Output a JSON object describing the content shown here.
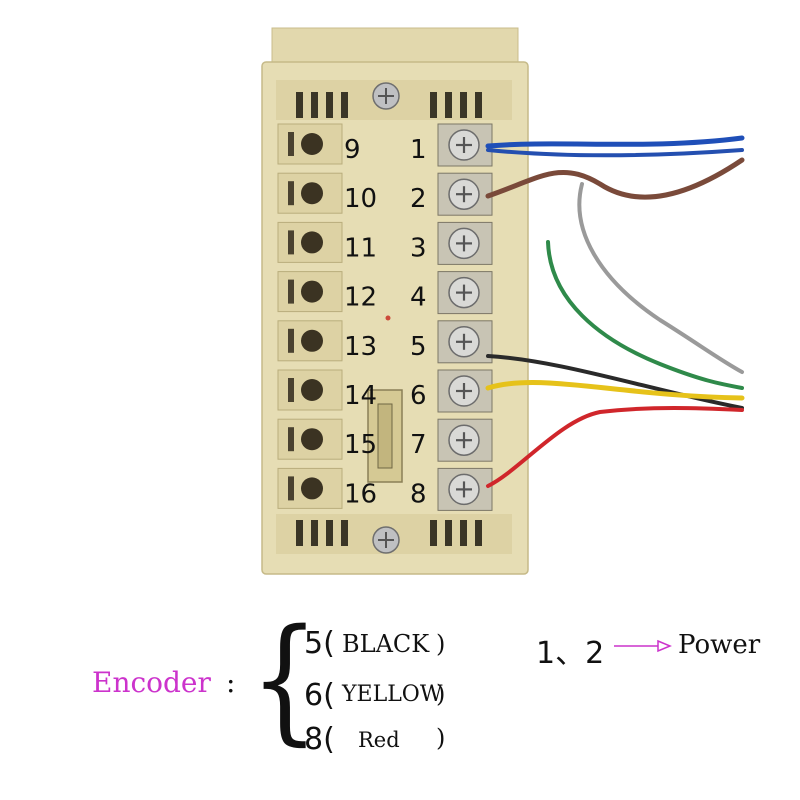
{
  "terminals_left": [
    "9",
    "10",
    "11",
    "12",
    "13",
    "14",
    "15",
    "16"
  ],
  "terminals_right": [
    "1",
    "2",
    "3",
    "4",
    "5",
    "6",
    "7",
    "8"
  ],
  "legend": {
    "encoder_label": "Encoder",
    "colon": ":",
    "pins": [
      {
        "num": "5(",
        "color": "BLACK",
        "close": ")"
      },
      {
        "num": "6(",
        "color": "YELLOW",
        "close": ")"
      },
      {
        "num": "8(",
        "color": "Red",
        "close": ")"
      }
    ],
    "power_nums": "1、2",
    "power_label": "Power"
  },
  "colors": {
    "housing": "#e6ddb4",
    "wire_blue": "#1f4fb8",
    "wire_brown": "#7a4a3a",
    "wire_green": "#2f8a4a",
    "wire_gray": "#9a9a9a",
    "wire_black": "#2a2a2a",
    "wire_yellow": "#e6c21a",
    "wire_red": "#d0262b",
    "encoder_label": "#cc33cc",
    "arrow": "#cc33cc"
  }
}
